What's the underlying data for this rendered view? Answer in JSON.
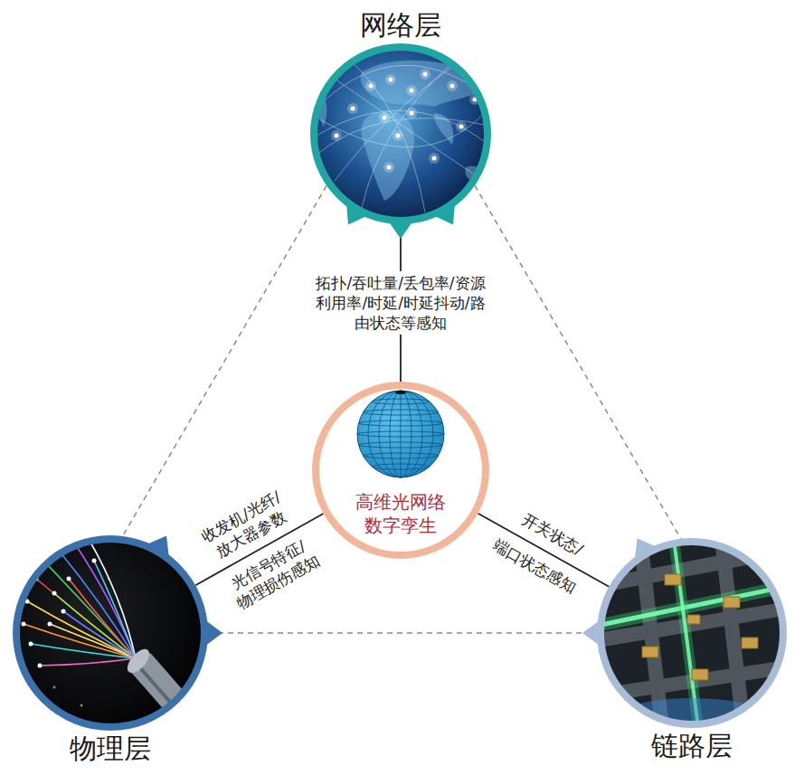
{
  "diagram": {
    "nodes": [
      {
        "text": [
          "网络层"
        ]
      },
      {
        "text": [
          "高维光网络 数字孪生"
        ]
      },
      {
        "text": [
          "物理层"
        ]
      },
      {
        "text": [
          "链路层"
        ]
      }
    ],
    "edges": [
      {
        "from": 1,
        "to": 0,
        "arrow": "none",
        "label": "拓扑/吞吐量/丢包率/资源利用率/时延/时延抖动/路由状态等感知"
      },
      {
        "from": 1,
        "to": 2,
        "arrow": "none",
        "label": "收发机/光纤/放大器参数"
      },
      {
        "from": 1,
        "to": 3,
        "arrow": "none",
        "label": "开关状态/"
      },
      {
        "from": 0,
        "to": 2,
        "arrow": "none"
      },
      {
        "from": 0,
        "to": 3,
        "arrow": "none"
      },
      {
        "from": 2,
        "to": 3,
        "arrow": "none"
      }
    ],
    "labels": [
      "光信号特征/物理损伤感知",
      "端口状态感知"
    ]
  }
}
